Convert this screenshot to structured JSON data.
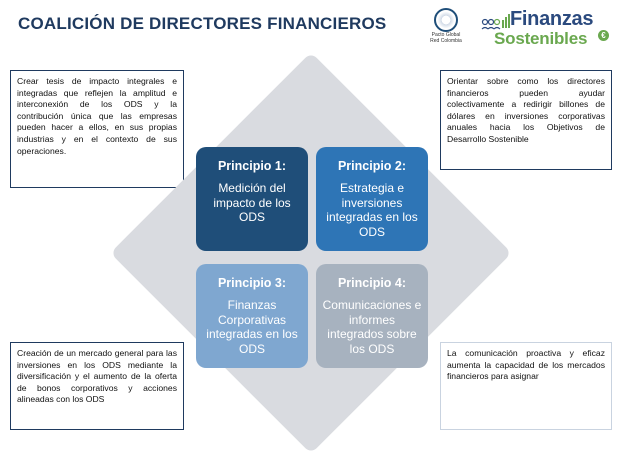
{
  "title": "COALICIÓN DE DIRECTORES FINANCIEROS",
  "logos": {
    "pacto_line1": "Pacto Global",
    "pacto_line2": "Red Colombia",
    "finanzas": "Finanzas",
    "sostenibles": "Sostenibles",
    "euro": "€"
  },
  "principles": [
    {
      "heading": "Principio 1:",
      "body": "Medición del impacto de los ODS",
      "color": "#1f4e79"
    },
    {
      "heading": "Principio 2:",
      "body": "Estrategia e inversiones integradas en los ODS",
      "color": "#2e75b6"
    },
    {
      "heading": "Principio 3:",
      "body": "Finanzas Corporativas integradas en los ODS",
      "color": "#7fa7d0"
    },
    {
      "heading": "Principio 4:",
      "body": "Comunicaciones e informes integrados sobre los ODS",
      "color": "#a7b2bf"
    }
  ],
  "descriptions": {
    "top_left": "Crear tesis de impacto integrales e integradas que reflejen la amplitud e interconexión de los ODS y la contribución única que las empresas pueden hacer a ellos, en sus propias industrias y en el contexto de sus operaciones.",
    "top_right": "Orientar sobre como los directores financieros pueden ayudar colectivamente a redirigir billones de dólares en inversiones corporativas anuales hacia los Objetivos de Desarrollo Sostenible",
    "bottom_left": "Creación de un mercado general para las inversiones en los ODS mediante la diversificación y el aumento de la oferta de bonos corporativos y acciones alineadas con los ODS",
    "bottom_right": "La comunicación proactiva y eficaz aumenta la capacidad de los mercados financieros para asignar"
  }
}
